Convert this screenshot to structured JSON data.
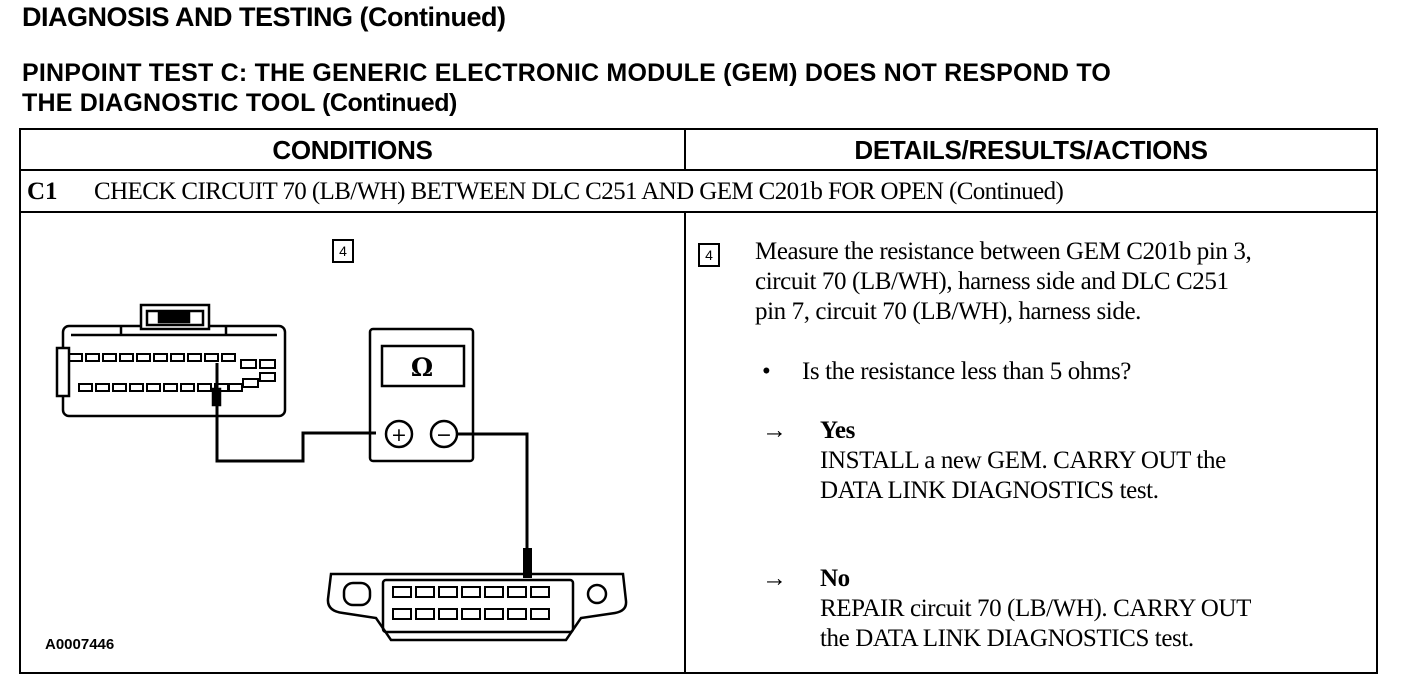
{
  "page": {
    "heading": "DIAGNOSIS AND TESTING (Continued)",
    "test_title_line1": "PINPOINT TEST C: THE GENERIC ELECTRONIC MODULE (GEM) DOES NOT RESPOND TO",
    "test_title_line2_main": "THE DIAGNOSTIC TOOL",
    "test_title_line2_cont": " (Continued)"
  },
  "table": {
    "header_conditions": "CONDITIONS",
    "header_details": "DETAILS/RESULTS/ACTIONS",
    "step_code": "C1",
    "step_title": "CHECK CIRCUIT 70 (LB/WH) BETWEEN DLC C251 AND GEM C201b FOR OPEN (Continued)"
  },
  "figure": {
    "step_number": "4",
    "meter_symbol": "Ω",
    "plus_symbol": "+",
    "minus_symbol": "−",
    "figure_id": "A0007446"
  },
  "details": {
    "step_number": "4",
    "instruction_lines": [
      "Measure the resistance between GEM C201b pin 3,",
      "circuit 70 (LB/WH), harness side and DLC C251",
      "pin 7, circuit 70 (LB/WH), harness side."
    ],
    "bullet_symbol": "•",
    "question": "Is the resistance less than 5 ohms?",
    "arrow_symbol": "→",
    "yes_label": "Yes",
    "yes_action_lines": [
      "INSTALL a new GEM. CARRY OUT the",
      "DATA LINK  DIAGNOSTICS test."
    ],
    "no_label": "No",
    "no_action_lines": [
      "REPAIR circuit 70 (LB/WH). CARRY OUT",
      "the DATA LINK DIAGNOSTICS test."
    ]
  }
}
